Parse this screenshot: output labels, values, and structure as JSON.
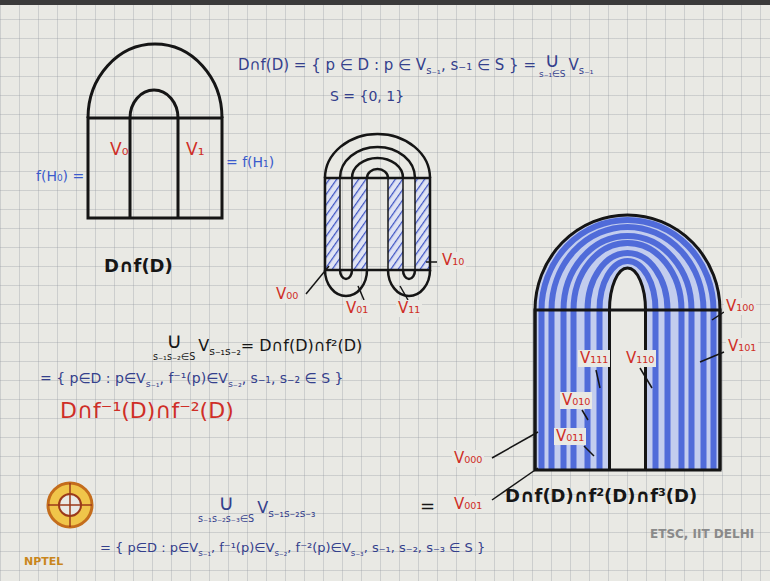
{
  "diagram": {
    "labels": [
      "D∩f(D) = { p ∈ D : p ∈ V",
      "s₋₁",
      ", s₋₁ ∈ S } =",
      "∪",
      "s₋₁∈S",
      "V",
      "s₋₁",
      "S = {0, 1}",
      "V₀",
      "V₁",
      "f(H₀) =",
      "= f(H₁)",
      "D∩f(D)",
      "V₀₀",
      "V₀₁",
      "V₁₁",
      "V₁₀",
      "∪",
      "s₋₁s₋₂∈S",
      "V",
      "s₋₁s₋₂",
      "= D∩f(D)∩f²(D)",
      "= { p∈D : p∈V",
      "s₋₁",
      ", f⁻¹(p)∈V",
      "s₋₂",
      ", s₋₁, s₋₂ ∈ S }",
      "D∩f⁻¹(D)∩f⁻²(D)",
      "V₁₀₀",
      "V₁₀₁",
      "V₁₁₁",
      "V₁₁₀",
      "V₀₁₀",
      "V₀₁₁",
      "V₀₀₀",
      "V₀₀₁",
      "D∩f(D)∩f²(D)∩f³(D)",
      "∪",
      "s₋₁s₋₂s₋₃∈S",
      "V",
      "s₋₁s₋₂s₋₃",
      "=",
      "= { p∈D : p∈V",
      "s₋₁",
      ", f⁻¹(p)∈V",
      "s₋₂",
      ", f⁻²(p)∈V",
      "s₋₃",
      ", s₋₁, s₋₂, s₋₃ ∈ S }",
      "ETSC, IIT DELHI",
      "NPTEL"
    ]
  }
}
